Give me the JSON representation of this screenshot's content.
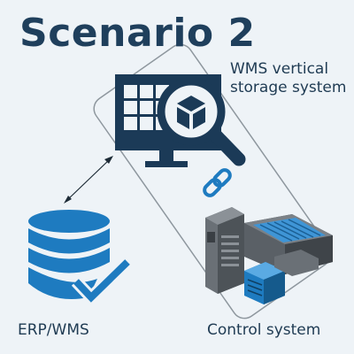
{
  "title": "Scenario 2",
  "labels": {
    "wms_line1": "WMS vertical",
    "wms_line2": "storage system",
    "erp": "ERP/WMS",
    "control": "Control system"
  },
  "icons": {
    "wms": "monitor-magnifier-cube-icon",
    "link": "chain-link-icon",
    "erp": "database-check-icon",
    "control": "control-cabinet-machine-icon"
  },
  "colors": {
    "background": "#eef3f7",
    "title": "#1f3f5c",
    "dark_navy": "#1b3a57",
    "blue": "#1e7bc0",
    "light_blue": "#3f95d6",
    "frame": "#8e979e",
    "cabinet_gray": "#555b61"
  }
}
